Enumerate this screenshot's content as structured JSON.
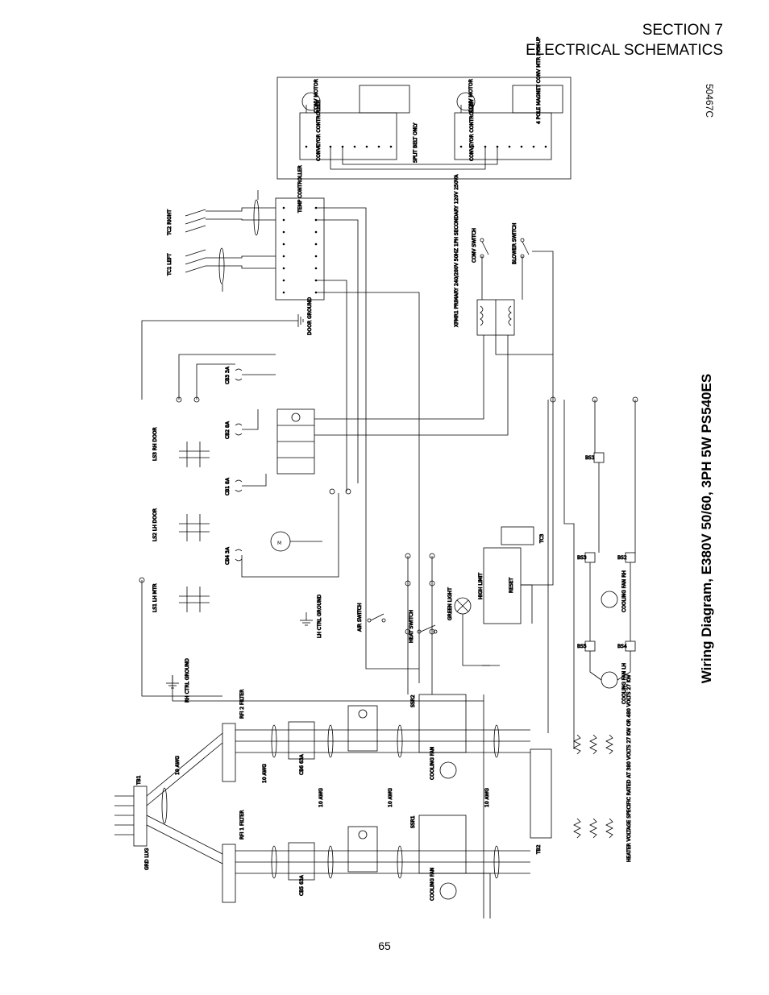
{
  "header": {
    "section": "SECTION 7",
    "title": "ELECTRICAL  SCHEMATICS"
  },
  "doc_number": "50467C",
  "diagram_title": "Wiring Diagram, E380V 50/60, 3PH 5W PS540ES",
  "page_number": "65",
  "labels": {
    "conv_controller": "CONVEYOR CONTROLLER",
    "split_belt": "SPLIT BELT ONLY",
    "conv_motor": "CONV MOTOR",
    "pickup": "4 POLE MAGNET CONV MTR PICK-UP",
    "temp_controller": "TEMP CONTROLLER",
    "tc2": "TC2 RIGHT",
    "tc1": "TC1 LEFT",
    "door_ground": "DOOR GROUND",
    "xfmr": "XFMR1 PRIMARY 240/280V 50HZ 1PH SECONDARY 120V 250VA",
    "conv_switch": "CONV SWITCH",
    "blower_switch": "BLOWER SWITCH",
    "ls3": "LS3 RH DOOR",
    "ls2": "LS2 LH DOOR",
    "ls1": "LS1 LH MTR",
    "cb1": "CB1 8A",
    "cb2": "CB2 8A",
    "cb3": "CB3 3A",
    "cb4": "CB4 3A",
    "lh_ground": "LH CTRL GROUND",
    "rh_ground": "RH CTRL GROUND",
    "air_switch": "AIR SWITCH",
    "heat_switch": "HEAT SWITCH",
    "green_light": "GREEN LIGHT",
    "high_limit": "HIGH LIMIT",
    "tc3": "TC3",
    "reset": "RESET",
    "cooling_fan_rh": "COOLING FAN RH",
    "cooling_fan_lh": "COOLING FAN LH",
    "rfi2": "RFI 2 FILTER",
    "rfi1": "RFI 1 FILTER",
    "tb1": "TB1",
    "gnd_lug": "GRD LUG",
    "cb6": "CB6 63A",
    "cb5": "CB5 63A",
    "ssr2": "SSR2",
    "ssr1": "SSR1",
    "cooling_fan": "COOLING FAN",
    "tb2": "TB2",
    "heater_note": "HEATER VOLTAGE SPECIFIC RATED AT 380 VOLTS 27 KW OR 480 VOLTS 27 KW",
    "awg": "10 AWG",
    "bs1": "BS1",
    "bs2": "BS2",
    "bs3": "BS3",
    "bs4": "BS4",
    "bs5": "BS5"
  }
}
